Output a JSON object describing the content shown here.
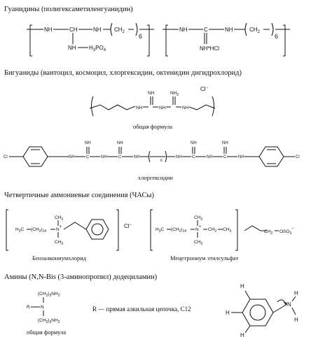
{
  "sections": {
    "guanidines": {
      "heading": "Гуанидины (полигексаметиленгуанидин)"
    },
    "biguanides": {
      "heading": "Бигуаниды (вантоцил, космоцил, хлоргексидин, октенидин дигидрохлорид)"
    },
    "quats": {
      "heading": "Четвертичные аммониевые соединения (ЧАСы)"
    },
    "amines": {
      "heading": "Амины (N,N-Bis (3-аминопропил) додециламин)"
    }
  },
  "structures": {
    "phmg_phosphate": {
      "nh_left": "NH",
      "ch": "CH",
      "nh_right": "NH",
      "ch2": "CH",
      "sub2": "2",
      "n": "6",
      "nh_down": "NH",
      "h3po4": "H",
      "sub3": "3",
      "po": "PO",
      "sub4": "4"
    },
    "phmg_hcl": {
      "nh_left": "NH",
      "c": "C",
      "nh_right": "NH",
      "ch2": "CH",
      "sub2": "2",
      "n": "6",
      "nh_hcl": "NH*HCl"
    },
    "biguanide_general": {
      "nh_top1": "NH",
      "nh_top2": "NH",
      "sub2": "2",
      "nh1": "NH",
      "nh2": "NH",
      "nh3": "NH",
      "counterion": "Cl",
      "counter_charge": "−",
      "caption": "общая формула"
    },
    "chlorhexidine": {
      "cl_left": "Cl",
      "cl_right": "Cl",
      "nh": "NH",
      "c": "C",
      "n": "6",
      "caption": "хлоргексидин"
    },
    "benzalkonium": {
      "ch3_top": "CH",
      "ch3_bot": "CH",
      "sub3": "3",
      "h3c": "H",
      "sub_h3c": "3",
      "c": "C",
      "chain": "(CH",
      "chain_sub": "2",
      "chain_close": ")",
      "chain_n": "14",
      "n_plus": "N",
      "plus": "+",
      "counterion": "Cl",
      "counter_charge": "−",
      "caption": "Бензалкониумхлорид"
    },
    "mecetronium": {
      "ch3_top": "CH",
      "ch3_bot": "CH",
      "sub3": "3",
      "h3c": "H",
      "c": "C",
      "chain": "(CH",
      "chain_sub": "2",
      "chain_close": ")",
      "chain_n": "14",
      "n_plus": "N",
      "plus": "+",
      "ch2": "CH",
      "sub2": "2",
      "ch3": "CH",
      "anion_o": "OSO",
      "anion_sub": "3",
      "anion_charge": "−",
      "caption": "Мецетрониум этилсульфат"
    },
    "amine_general": {
      "r": "R",
      "n": "N",
      "arm": "(CH",
      "arm_sub": "2",
      "arm_close": ")",
      "arm_n": "3",
      "arm_end": "NH",
      "arm_end_sub": "2",
      "caption": "общая формула"
    },
    "r_note": "R — прямая алкильная цепочка, C12",
    "aniline": {
      "h": "H",
      "n": "N"
    }
  }
}
